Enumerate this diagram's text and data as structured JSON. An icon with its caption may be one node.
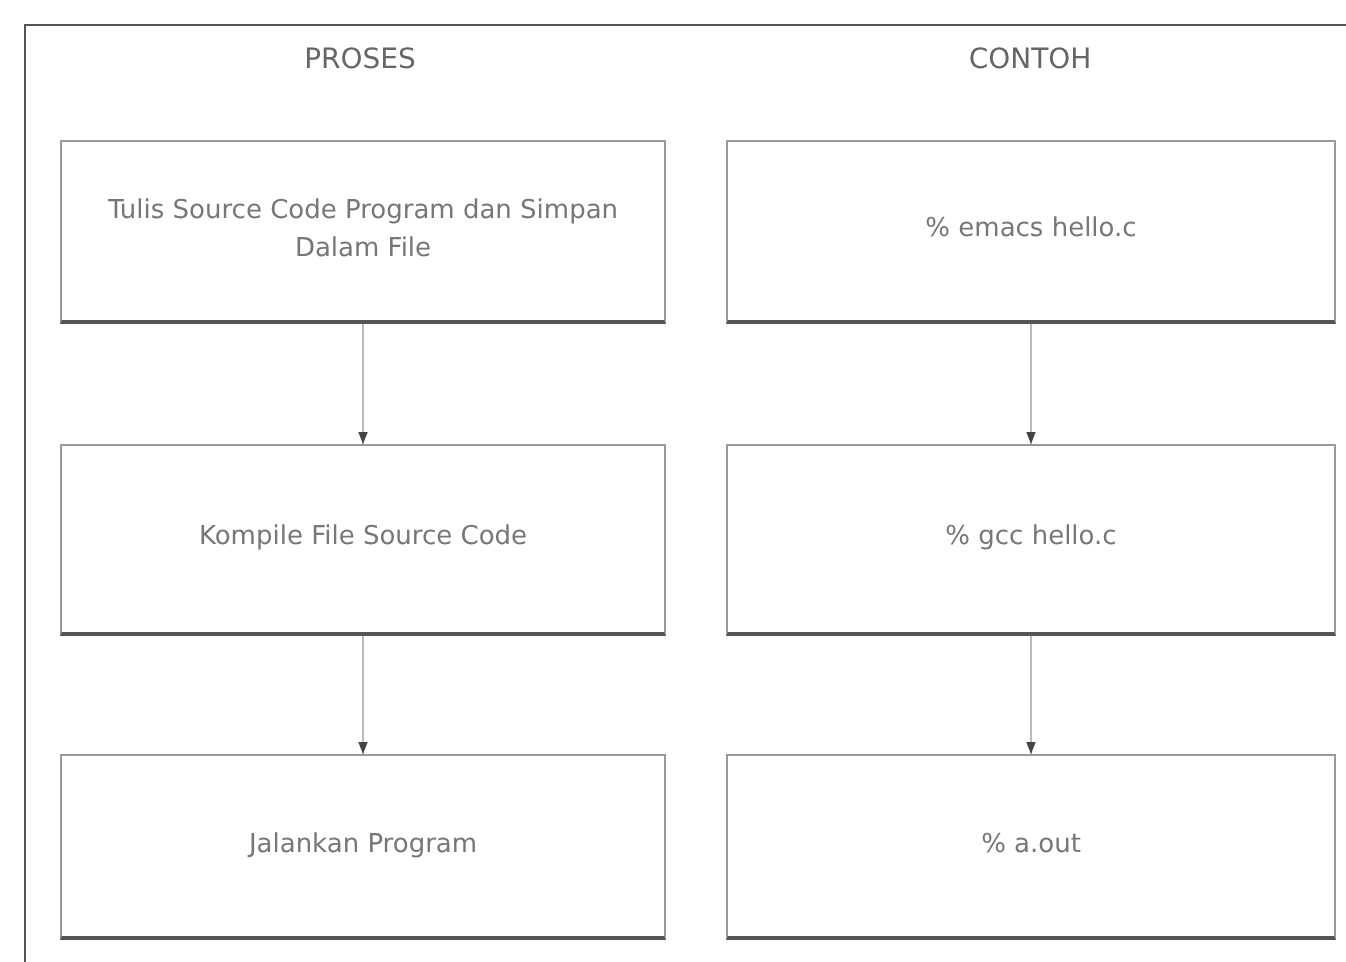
{
  "diagram": {
    "nodes": [
      {
        "text": [
          "Tulis Source Code Program dan Simpan Dalam File"
        ]
      },
      {
        "text": [
          "% emacs hello.c"
        ]
      },
      {
        "text": [
          "Kompile File Source Code"
        ]
      },
      {
        "text": [
          "% gcc hello.c"
        ]
      },
      {
        "text": [
          "Jalankan Program"
        ]
      },
      {
        "text": [
          "% a.out"
        ]
      }
    ],
    "edges": [
      {
        "from": 0,
        "to": 2,
        "arrow": "to"
      },
      {
        "from": 2,
        "to": 4,
        "arrow": "to"
      },
      {
        "from": 1,
        "to": 3,
        "arrow": "to"
      },
      {
        "from": 3,
        "to": 5,
        "arrow": "to"
      }
    ],
    "labels": [
      "PROSES",
      "CONTOH"
    ]
  }
}
